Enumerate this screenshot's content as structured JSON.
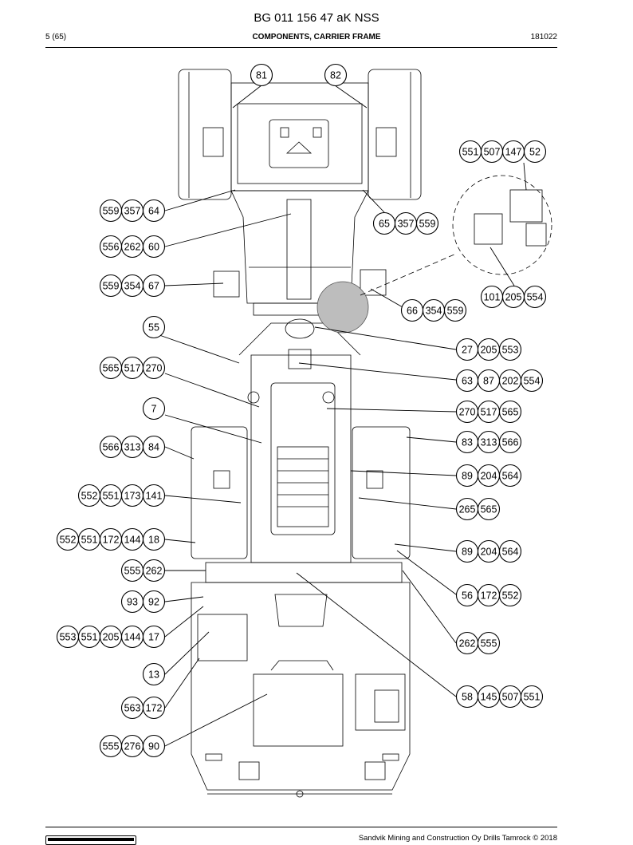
{
  "header": {
    "document_number": "BG 011 156 47 aK NSS",
    "page": "5 (65)",
    "section_title": "COMPONENTS, CARRIER FRAME",
    "date_code": "181022"
  },
  "footer": {
    "copyright": "Sandvik Mining and Construction Oy Drills Tamrock © 2018"
  },
  "callouts": [
    {
      "id": "c81",
      "numbers": [
        "81"
      ]
    },
    {
      "id": "c82",
      "numbers": [
        "82"
      ]
    },
    {
      "id": "c551-507-147-52",
      "numbers": [
        "551",
        "507",
        "147",
        "52"
      ]
    },
    {
      "id": "c559-357-64",
      "numbers": [
        "559",
        "357",
        "64"
      ]
    },
    {
      "id": "c65-357-559",
      "numbers": [
        "65",
        "357",
        "559"
      ]
    },
    {
      "id": "c556-262-60",
      "numbers": [
        "556",
        "262",
        "60"
      ]
    },
    {
      "id": "c559-354-67",
      "numbers": [
        "559",
        "354",
        "67"
      ]
    },
    {
      "id": "c101-205-554",
      "numbers": [
        "101",
        "205",
        "554"
      ]
    },
    {
      "id": "c66-354-559",
      "numbers": [
        "66",
        "354",
        "559"
      ]
    },
    {
      "id": "c55",
      "numbers": [
        "55"
      ]
    },
    {
      "id": "c27-205-553",
      "numbers": [
        "27",
        "205",
        "553"
      ]
    },
    {
      "id": "c565-517-270",
      "numbers": [
        "565",
        "517",
        "270"
      ]
    },
    {
      "id": "c63-87-202-554",
      "numbers": [
        "63",
        "87",
        "202",
        "554"
      ]
    },
    {
      "id": "c7",
      "numbers": [
        "7"
      ]
    },
    {
      "id": "c270-517-565",
      "numbers": [
        "270",
        "517",
        "565"
      ]
    },
    {
      "id": "c566-313-84",
      "numbers": [
        "566",
        "313",
        "84"
      ]
    },
    {
      "id": "c83-313-566",
      "numbers": [
        "83",
        "313",
        "566"
      ]
    },
    {
      "id": "c89-204-564-a",
      "numbers": [
        "89",
        "204",
        "564"
      ]
    },
    {
      "id": "c552-551-173-141",
      "numbers": [
        "552",
        "551",
        "173",
        "141"
      ]
    },
    {
      "id": "c265-565",
      "numbers": [
        "265",
        "565"
      ]
    },
    {
      "id": "c552-551-172-144-18",
      "numbers": [
        "552",
        "551",
        "172",
        "144",
        "18"
      ]
    },
    {
      "id": "c89-204-564-b",
      "numbers": [
        "89",
        "204",
        "564"
      ]
    },
    {
      "id": "c555-262",
      "numbers": [
        "555",
        "262"
      ]
    },
    {
      "id": "c56-172-552",
      "numbers": [
        "56",
        "172",
        "552"
      ]
    },
    {
      "id": "c93-92",
      "numbers": [
        "93",
        "92"
      ]
    },
    {
      "id": "c553-551-205-144-17",
      "numbers": [
        "553",
        "551",
        "205",
        "144",
        "17"
      ]
    },
    {
      "id": "c262-555",
      "numbers": [
        "262",
        "555"
      ]
    },
    {
      "id": "c13",
      "numbers": [
        "13"
      ]
    },
    {
      "id": "c58-145-507-551",
      "numbers": [
        "58",
        "145",
        "507",
        "551"
      ]
    },
    {
      "id": "c563-172",
      "numbers": [
        "563",
        "172"
      ]
    },
    {
      "id": "c555-276-90",
      "numbers": [
        "555",
        "276",
        "90"
      ]
    }
  ]
}
